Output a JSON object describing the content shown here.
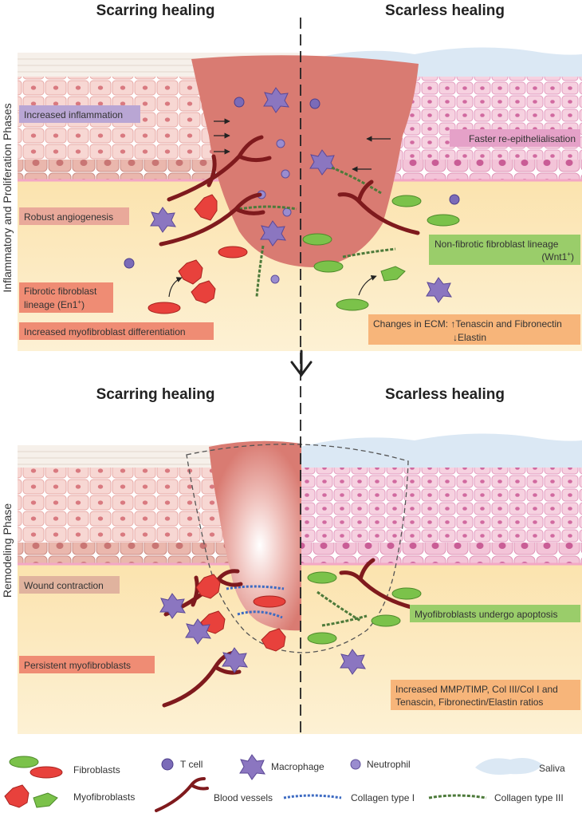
{
  "headers": {
    "top_left": "Scarring healing",
    "top_right": "Scarless healing",
    "bottom_left": "Scarring healing",
    "bottom_right": "Scarless healing"
  },
  "phases": {
    "top": "Inflammatory and Proliferation Phases",
    "bottom": "Remodeling Phase"
  },
  "labels": {
    "increased_inflammation": "Increased inflammation",
    "faster_reepithelialisation": "Faster re-epithelialisation",
    "robust_angiogenesis": "Robust angiogenesis",
    "nonfibrotic_line1": "Non-fibrotic fibroblast lineage",
    "nonfibrotic_line2": "(Wnt1",
    "nonfibrotic_sup": "+",
    "nonfibrotic_close": ")",
    "fibrotic_line1": "Fibrotic fibroblast",
    "fibrotic_line2": "lineage (En1",
    "fibrotic_sup": "+",
    "fibrotic_close": ")",
    "myofibroblast_diff": "Increased myofibroblast differentiation",
    "ecm_line1": "Changes in ECM: ↑Tenascin and Fibronectin",
    "ecm_line2": "↓Elastin",
    "wound_contraction": "Wound contraction",
    "myofibroblast_apoptosis": "Myofibroblasts undergo apoptosis",
    "persistent_myofibroblasts": "Persistent myofibroblasts",
    "mmp_line1": "Increased MMP/TIMP, Col III/Col I and",
    "mmp_line2": "Tenascin, Fibronectin/Elastin ratios"
  },
  "legend": {
    "fibroblasts": "Fibroblasts",
    "t_cell": "T cell",
    "macrophage": "Macrophage",
    "neutrophil": "Neutrophil",
    "saliva": "Saliva",
    "myofibroblasts": "Myofibroblasts",
    "blood_vessels": "Blood vessels",
    "collagen_1": "Collagen type I",
    "collagen_3": "Collagen type III"
  },
  "colors": {
    "label_purple": "#b9a6d4",
    "label_pink": "#e9a99a",
    "label_red": "#ef8c74",
    "label_green": "#9acd6a",
    "label_orange": "#f7b57a",
    "wound": "#d97b72",
    "dermis": "#fbe9b8",
    "fibroblast_green": "#7bc24a",
    "fibroblast_red": "#e8413c",
    "tcell": "#7b6bb8",
    "vessel": "#7f1a1d",
    "saliva": "#d7e6f3"
  }
}
